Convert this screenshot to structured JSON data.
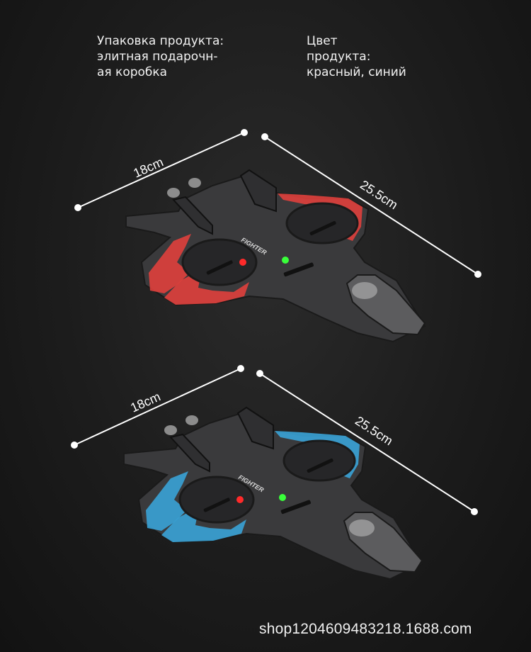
{
  "info": {
    "package_lines": [
      "Упаковка продукта:",
      "элитная подарочн-",
      "ая коробка"
    ],
    "color_lines": [
      "Цвет",
      "продукта:",
      "красный, синий"
    ]
  },
  "products": [
    {
      "id": "red",
      "camo_color": "#e0403c",
      "width_label": "18cm",
      "length_label": "25.5cm",
      "model_label": "FIGHTER"
    },
    {
      "id": "blue",
      "camo_color": "#3aa3d6",
      "width_label": "18cm",
      "length_label": "25.5cm",
      "model_label": "FIGHTER"
    }
  ],
  "watermark": "shop1204609483218.1688.com",
  "colors": {
    "background": "#1c1c1c",
    "body": "#3a3a3c",
    "led_red": "#ff2a2a",
    "led_green": "#39ff3a"
  }
}
